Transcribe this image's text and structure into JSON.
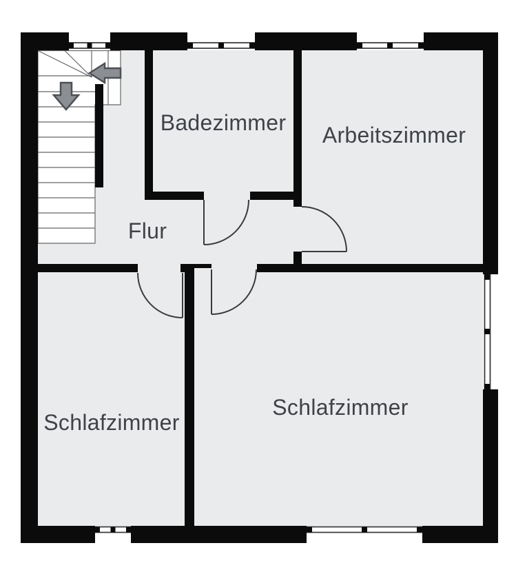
{
  "plan": {
    "type": "floor-plan",
    "rooms": [
      {
        "id": "badezimmer",
        "label": "Badezimmer"
      },
      {
        "id": "arbeitszimmer",
        "label": "Arbeitszimmer"
      },
      {
        "id": "flur",
        "label": "Flur"
      },
      {
        "id": "schlafzimmer-left",
        "label": "Schlafzimmer"
      },
      {
        "id": "schlafzimmer-right",
        "label": "Schlafzimmer"
      }
    ],
    "stairs": {
      "description": "quarter-turn winder staircase, top-left corner",
      "direction_arrows": [
        "down",
        "left"
      ]
    },
    "counts": {
      "windows": 6,
      "doors": 4
    },
    "colors": {
      "background": "#ffffff",
      "floor": "#eaebed",
      "wall": "#0b0b0b",
      "stair_lines": "#666666",
      "door_lines": "#3a3a3a",
      "window_lines": "#3a3a3a",
      "label": "#3f4247",
      "arrow_fill": "#8b8f93",
      "arrow_stroke": "#4d5156"
    }
  }
}
